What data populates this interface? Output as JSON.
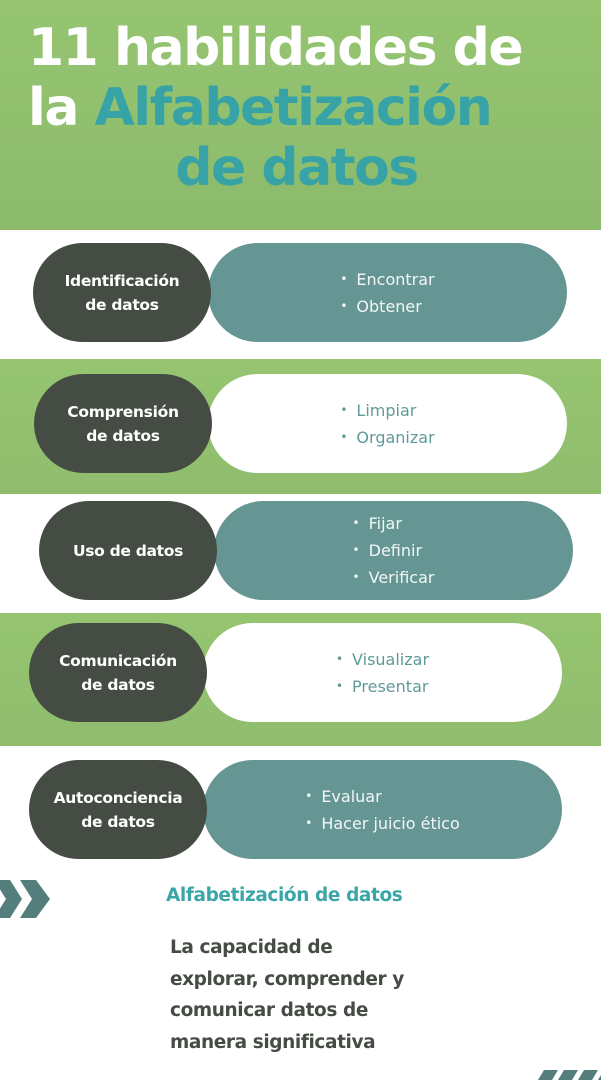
{
  "header": {
    "title_line1": "11 habilidades de",
    "title_line2_prefix": "la",
    "title_line2_accent": "Alfabetización",
    "title_line3": "de datos"
  },
  "colors": {
    "green": "#96c571",
    "teal_accent": "#37a3a6",
    "dark_pill": "#454c43",
    "teal_pill": "#659693",
    "white": "#ffffff"
  },
  "skills": [
    {
      "label": "Identificación\nde datos",
      "items": [
        "Encontrar",
        "Obtener"
      ]
    },
    {
      "label": "Comprensión\nde datos",
      "items": [
        "Limpiar",
        "Organizar"
      ]
    },
    {
      "label": "Uso de datos",
      "items": [
        "Fijar",
        "Definir",
        "Verificar"
      ]
    },
    {
      "label": "Comunicación\nde  datos",
      "items": [
        "Visualizar",
        "Presentar"
      ]
    },
    {
      "label": "Autoconciencia\nde  datos",
      "items": [
        "Evaluar",
        "Hacer juicio ético"
      ]
    }
  ],
  "bullet_glyph": "•",
  "definition": {
    "icon": "double-chevron-right-icon",
    "title": "Alfabetización de datos",
    "body_lines": [
      "La capacidad de",
      "explorar, comprender y",
      "comunicar datos de",
      "manera significativa"
    ]
  },
  "decoration": {
    "icon": "diagonal-stripes-icon"
  }
}
